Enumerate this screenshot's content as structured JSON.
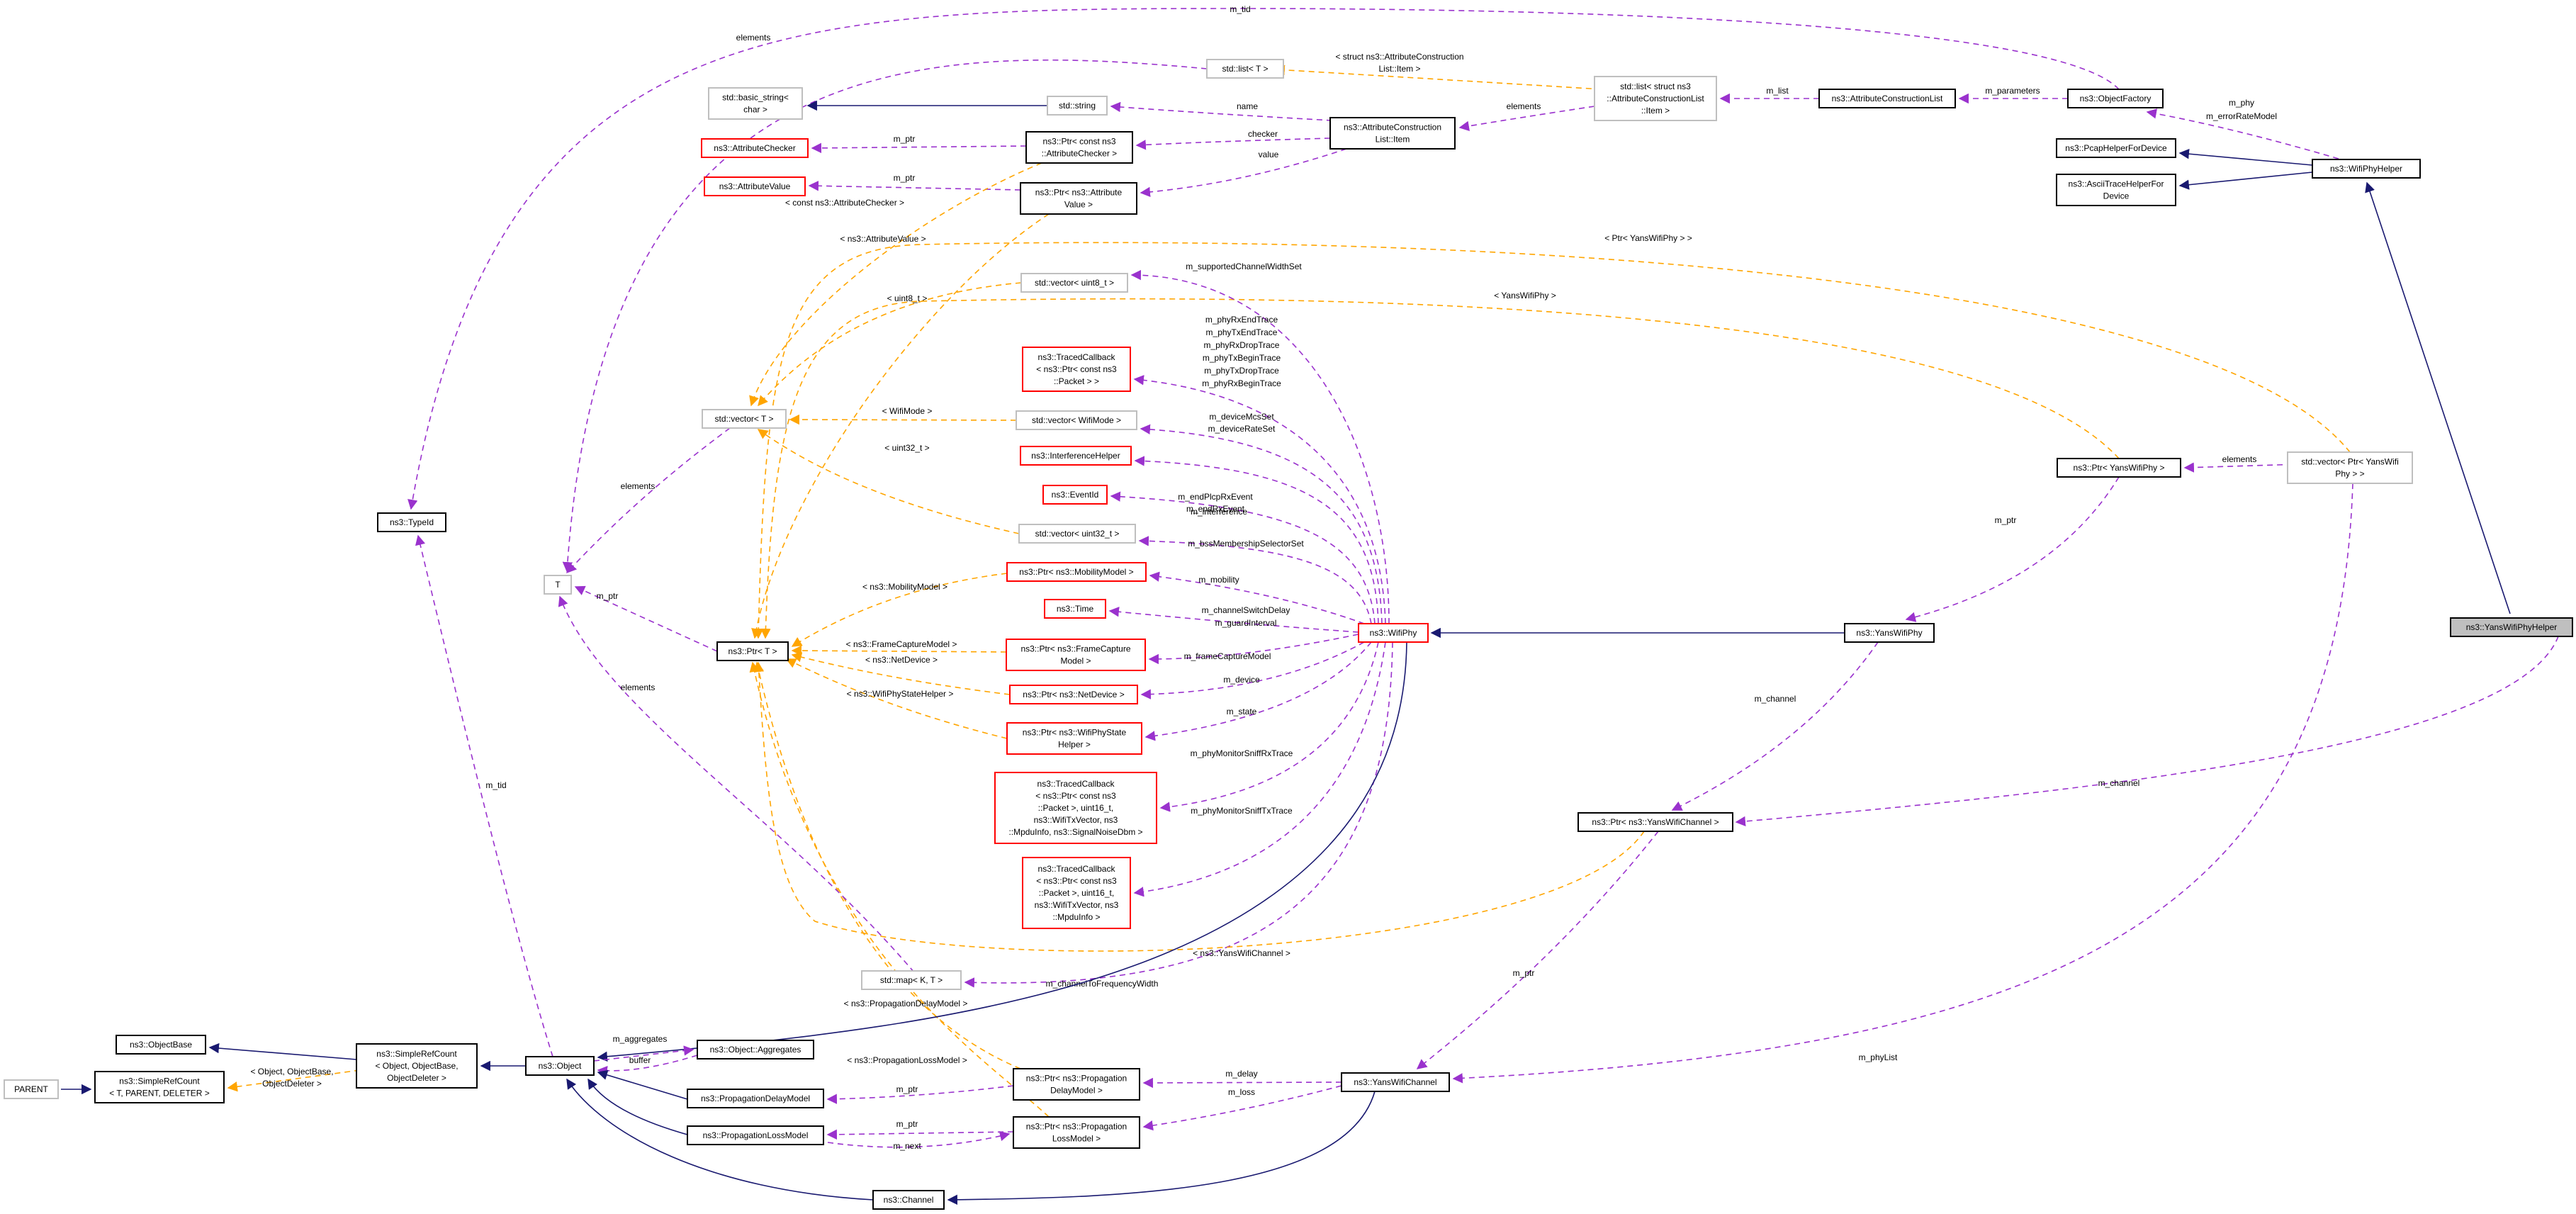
{
  "title": "ns3::YansWifiPhyHelper",
  "nodes": [
    {
      "id": "yanswifiphyhelper",
      "style": "focus",
      "lines": [
        "ns3::YansWifiPhyHelper"
      ]
    },
    {
      "id": "wifiphyhelper",
      "style": "black",
      "lines": [
        "ns3::WifiPhyHelper"
      ]
    },
    {
      "id": "pcaphelper",
      "style": "black",
      "lines": [
        "ns3::PcapHelperForDevice"
      ]
    },
    {
      "id": "asciihelper",
      "style": "black",
      "lines": [
        "ns3::AsciiTraceHelperFor",
        "Device"
      ]
    },
    {
      "id": "objectfactory",
      "style": "black",
      "lines": [
        "ns3::ObjectFactory"
      ]
    },
    {
      "id": "attrconslist",
      "style": "black",
      "lines": [
        "ns3::AttributeConstructionList"
      ]
    },
    {
      "id": "stdlist_item",
      "style": "gray",
      "lines": [
        "std::list< struct ns3",
        "::AttributeConstructionList",
        "::Item >"
      ]
    },
    {
      "id": "stdlist_t",
      "style": "gray",
      "lines": [
        "std::list< T >"
      ]
    },
    {
      "id": "attrcons_item",
      "style": "black",
      "lines": [
        "ns3::AttributeConstruction",
        "List::Item"
      ]
    },
    {
      "id": "basic_string",
      "style": "gray",
      "lines": [
        "std::basic_string<",
        "char >"
      ]
    },
    {
      "id": "stdstring",
      "style": "gray",
      "lines": [
        "std::string"
      ]
    },
    {
      "id": "attrchecker",
      "style": "red",
      "lines": [
        "ns3::AttributeChecker"
      ]
    },
    {
      "id": "ptr_checker",
      "style": "black",
      "lines": [
        "ns3::Ptr< const ns3",
        "::AttributeChecker >"
      ]
    },
    {
      "id": "attrvalue",
      "style": "red",
      "lines": [
        "ns3::AttributeValue"
      ]
    },
    {
      "id": "ptr_value",
      "style": "black",
      "lines": [
        "ns3::Ptr< ns3::Attribute",
        "Value >"
      ]
    },
    {
      "id": "vec_uint8",
      "style": "gray",
      "lines": [
        "std::vector< uint8_t >"
      ]
    },
    {
      "id": "traced_packet",
      "style": "red",
      "lines": [
        "ns3::TracedCallback",
        "< ns3::Ptr< const ns3",
        "::Packet > >"
      ]
    },
    {
      "id": "vec_t",
      "style": "gray",
      "lines": [
        "std::vector< T >"
      ]
    },
    {
      "id": "vec_wifimode",
      "style": "gray",
      "lines": [
        "std::vector< WifiMode >"
      ]
    },
    {
      "id": "interference",
      "style": "red",
      "lines": [
        "ns3::InterferenceHelper"
      ]
    },
    {
      "id": "eventid",
      "style": "red",
      "lines": [
        "ns3::EventId"
      ]
    },
    {
      "id": "vec_uint32",
      "style": "gray",
      "lines": [
        "std::vector< uint32_t >"
      ]
    },
    {
      "id": "typeid",
      "style": "black",
      "lines": [
        "ns3::TypeId"
      ]
    },
    {
      "id": "t_node",
      "style": "gray",
      "lines": [
        "T"
      ]
    },
    {
      "id": "ptr_mobility",
      "style": "red",
      "lines": [
        "ns3::Ptr< ns3::MobilityModel >"
      ]
    },
    {
      "id": "time",
      "style": "red",
      "lines": [
        "ns3::Time"
      ]
    },
    {
      "id": "ptr_t",
      "style": "black",
      "lines": [
        "ns3::Ptr< T >"
      ]
    },
    {
      "id": "ptr_framecapture",
      "style": "red",
      "lines": [
        "ns3::Ptr< ns3::FrameCapture",
        "Model >"
      ]
    },
    {
      "id": "ptr_netdevice",
      "style": "red",
      "lines": [
        "ns3::Ptr< ns3::NetDevice >"
      ]
    },
    {
      "id": "ptr_statehelper",
      "style": "red",
      "lines": [
        "ns3::Ptr< ns3::WifiPhyState",
        "Helper >"
      ]
    },
    {
      "id": "traced_sniffrx",
      "style": "red",
      "lines": [
        "ns3::TracedCallback",
        "< ns3::Ptr< const ns3",
        "::Packet >, uint16_t,",
        "ns3::WifiTxVector, ns3",
        "::MpduInfo, ns3::SignalNoiseDbm >"
      ]
    },
    {
      "id": "traced_snifftx",
      "style": "red",
      "lines": [
        "ns3::TracedCallback",
        "< ns3::Ptr< const ns3",
        "::Packet >, uint16_t,",
        "ns3::WifiTxVector, ns3",
        "::MpduInfo >"
      ]
    },
    {
      "id": "wifiphy",
      "style": "red",
      "lines": [
        "ns3::WifiPhy"
      ]
    },
    {
      "id": "yanswifiphy",
      "style": "black",
      "lines": [
        "ns3::YansWifiPhy"
      ]
    },
    {
      "id": "ptr_yanswifiphy",
      "style": "black",
      "lines": [
        "ns3::Ptr< YansWifiPhy >"
      ]
    },
    {
      "id": "vec_ptr_yans",
      "style": "gray",
      "lines": [
        "std::vector< Ptr< YansWifi",
        "Phy > >"
      ]
    },
    {
      "id": "ptr_yanschannel",
      "style": "black",
      "lines": [
        "ns3::Ptr< ns3::YansWifiChannel >"
      ]
    },
    {
      "id": "map_kt",
      "style": "gray",
      "lines": [
        "std::map< K, T >"
      ]
    },
    {
      "id": "objectbase",
      "style": "black",
      "lines": [
        "ns3::ObjectBase"
      ]
    },
    {
      "id": "simplerefcount_obj",
      "style": "black",
      "lines": [
        "ns3::SimpleRefCount",
        "< Object, ObjectBase,",
        "ObjectDeleter >"
      ]
    },
    {
      "id": "object",
      "style": "black",
      "lines": [
        "ns3::Object"
      ]
    },
    {
      "id": "aggregates",
      "style": "black",
      "lines": [
        "ns3::Object::Aggregates"
      ]
    },
    {
      "id": "parent",
      "style": "gray",
      "lines": [
        "PARENT"
      ]
    },
    {
      "id": "simplerefcount_t",
      "style": "black",
      "lines": [
        "ns3::SimpleRefCount",
        "< T, PARENT, DELETER >"
      ]
    },
    {
      "id": "propdelay",
      "style": "black",
      "lines": [
        "ns3::PropagationDelayModel"
      ]
    },
    {
      "id": "proploss",
      "style": "black",
      "lines": [
        "ns3::PropagationLossModel"
      ]
    },
    {
      "id": "ptr_propdelay",
      "style": "black",
      "lines": [
        "ns3::Ptr< ns3::Propagation",
        "DelayModel >"
      ]
    },
    {
      "id": "ptr_proploss",
      "style": "black",
      "lines": [
        "ns3::Ptr< ns3::Propagation",
        "LossModel >"
      ]
    },
    {
      "id": "yanswifichannel",
      "style": "black",
      "lines": [
        "ns3::YansWifiChannel"
      ]
    },
    {
      "id": "channel",
      "style": "black",
      "lines": [
        "ns3::Channel"
      ]
    }
  ],
  "edges": [
    {
      "id": "e1",
      "kind": "inherit",
      "labels": []
    },
    {
      "id": "e2",
      "kind": "inherit",
      "labels": []
    },
    {
      "id": "e3",
      "kind": "inherit",
      "labels": []
    },
    {
      "id": "e4",
      "kind": "use",
      "labels": [
        "m_phy",
        "m_errorRateModel"
      ]
    },
    {
      "id": "e5",
      "kind": "use",
      "labels": [
        "m_parameters"
      ]
    },
    {
      "id": "e6",
      "kind": "use",
      "labels": [
        "m_list"
      ]
    },
    {
      "id": "e7",
      "kind": "use",
      "labels": [
        "m_tid"
      ]
    },
    {
      "id": "e8",
      "kind": "tmpl",
      "labels": [
        "< struct ns3::AttributeConstruction",
        "List::Item >"
      ]
    },
    {
      "id": "e9",
      "kind": "use",
      "labels": [
        "elements"
      ]
    },
    {
      "id": "e10",
      "kind": "use",
      "labels": [
        "elements"
      ]
    },
    {
      "id": "e11",
      "kind": "inherit",
      "labels": []
    },
    {
      "id": "e12",
      "kind": "use",
      "labels": [
        "name"
      ]
    },
    {
      "id": "e13",
      "kind": "use",
      "labels": [
        "checker"
      ]
    },
    {
      "id": "e14",
      "kind": "use",
      "labels": [
        "value"
      ]
    },
    {
      "id": "e15",
      "kind": "use",
      "labels": [
        "m_ptr"
      ]
    },
    {
      "id": "e16",
      "kind": "use",
      "labels": [
        "m_ptr"
      ]
    },
    {
      "id": "e17",
      "kind": "tmpl",
      "labels": [
        "< const ns3::AttributeChecker >"
      ]
    },
    {
      "id": "e18",
      "kind": "tmpl",
      "labels": [
        "< ns3::AttributeValue >"
      ]
    },
    {
      "id": "e19",
      "kind": "tmpl",
      "labels": [
        "< Ptr< YansWifiPhy > >"
      ]
    },
    {
      "id": "e20",
      "kind": "tmpl",
      "labels": [
        "< YansWifiPhy >"
      ]
    },
    {
      "id": "e21",
      "kind": "tmpl",
      "labels": [
        "< uint8_t >"
      ]
    },
    {
      "id": "e22",
      "kind": "tmpl",
      "labels": [
        "< WifiMode >"
      ]
    },
    {
      "id": "e23",
      "kind": "tmpl",
      "labels": [
        "< uint32_t >"
      ]
    },
    {
      "id": "e24",
      "kind": "use",
      "labels": [
        "elements"
      ]
    },
    {
      "id": "e25",
      "kind": "use",
      "labels": [
        "m_supportedChannelWidthSet"
      ]
    },
    {
      "id": "e26",
      "kind": "use",
      "labels": [
        "m_phyRxEndTrace",
        "m_phyTxEndTrace",
        "m_phyRxDropTrace",
        "m_phyTxBeginTrace",
        "m_phyTxDropTrace",
        "m_phyRxBeginTrace"
      ]
    },
    {
      "id": "e27",
      "kind": "use",
      "labels": [
        "m_deviceMcsSet",
        "m_deviceRateSet"
      ]
    },
    {
      "id": "e28",
      "kind": "use",
      "labels": [
        "m_interference"
      ]
    },
    {
      "id": "e29",
      "kind": "use",
      "labels": [
        "m_endPlcpRxEvent",
        "m_endRxEvent"
      ]
    },
    {
      "id": "e30",
      "kind": "use",
      "labels": [
        "m_bssMembershipSelectorSet"
      ]
    },
    {
      "id": "e31",
      "kind": "use",
      "labels": [
        "m_mobility"
      ]
    },
    {
      "id": "e32",
      "kind": "use",
      "labels": [
        "m_channelSwitchDelay",
        "m_guardInterval"
      ]
    },
    {
      "id": "e33",
      "kind": "use",
      "labels": [
        "m_frameCaptureModel"
      ]
    },
    {
      "id": "e34",
      "kind": "use",
      "labels": [
        "m_device"
      ]
    },
    {
      "id": "e35",
      "kind": "use",
      "labels": [
        "m_state"
      ]
    },
    {
      "id": "e36",
      "kind": "use",
      "labels": [
        "m_phyMonitorSniffRxTrace"
      ]
    },
    {
      "id": "e37",
      "kind": "use",
      "labels": [
        "m_phyMonitorSniffTxTrace"
      ]
    },
    {
      "id": "e38",
      "kind": "use",
      "labels": [
        "m_channelToFrequencyWidth"
      ]
    },
    {
      "id": "e39",
      "kind": "tmpl",
      "labels": [
        "< ns3::MobilityModel >"
      ]
    },
    {
      "id": "e40",
      "kind": "tmpl",
      "labels": [
        "< ns3::FrameCaptureModel >"
      ]
    },
    {
      "id": "e41",
      "kind": "tmpl",
      "labels": [
        "< ns3::NetDevice >"
      ]
    },
    {
      "id": "e42",
      "kind": "tmpl",
      "labels": [
        "< ns3::WifiPhyStateHelper >"
      ]
    },
    {
      "id": "e43",
      "kind": "tmpl",
      "labels": [
        "< ns3::YansWifiChannel >"
      ]
    },
    {
      "id": "e44",
      "kind": "tmpl",
      "labels": [
        "< ns3::PropagationDelayModel >"
      ]
    },
    {
      "id": "e45",
      "kind": "tmpl",
      "labels": [
        "< ns3::PropagationLossModel >"
      ]
    },
    {
      "id": "e46",
      "kind": "use",
      "labels": [
        "m_ptr"
      ]
    },
    {
      "id": "e47",
      "kind": "use",
      "labels": [
        "elements"
      ]
    },
    {
      "id": "e48",
      "kind": "use",
      "labels": [
        "m_tid"
      ]
    },
    {
      "id": "e49",
      "kind": "inherit",
      "labels": []
    },
    {
      "id": "e50",
      "kind": "use",
      "labels": [
        "elements"
      ]
    },
    {
      "id": "e51",
      "kind": "use",
      "labels": [
        "m_ptr"
      ]
    },
    {
      "id": "e52",
      "kind": "inherit",
      "labels": []
    },
    {
      "id": "e53",
      "kind": "use",
      "labels": [
        "m_channel"
      ]
    },
    {
      "id": "e54",
      "kind": "use",
      "labels": [
        "m_channel"
      ]
    },
    {
      "id": "e55",
      "kind": "use",
      "labels": [
        "m_ptr"
      ]
    },
    {
      "id": "e56",
      "kind": "use",
      "labels": [
        "m_phyList"
      ]
    },
    {
      "id": "e57",
      "kind": "inherit",
      "labels": []
    },
    {
      "id": "e58",
      "kind": "inherit",
      "labels": []
    },
    {
      "id": "e59",
      "kind": "inherit",
      "labels": []
    },
    {
      "id": "e60",
      "kind": "tmpl",
      "labels": [
        "< Object, ObjectBase,",
        "ObjectDeleter >"
      ]
    },
    {
      "id": "e61",
      "kind": "inherit",
      "labels": []
    },
    {
      "id": "e62",
      "kind": "use",
      "labels": [
        "m_aggregates"
      ]
    },
    {
      "id": "e63",
      "kind": "use",
      "labels": [
        "buffer"
      ]
    },
    {
      "id": "e64",
      "kind": "inherit",
      "labels": []
    },
    {
      "id": "e65",
      "kind": "inherit",
      "labels": []
    },
    {
      "id": "e66",
      "kind": "use",
      "labels": [
        "m_ptr"
      ]
    },
    {
      "id": "e67",
      "kind": "use",
      "labels": [
        "m_ptr"
      ]
    },
    {
      "id": "e68",
      "kind": "use",
      "labels": [
        "m_next"
      ]
    },
    {
      "id": "e69",
      "kind": "use",
      "labels": [
        "m_delay"
      ]
    },
    {
      "id": "e70",
      "kind": "use",
      "labels": [
        "m_loss"
      ]
    },
    {
      "id": "e71",
      "kind": "inherit",
      "labels": []
    }
  ]
}
